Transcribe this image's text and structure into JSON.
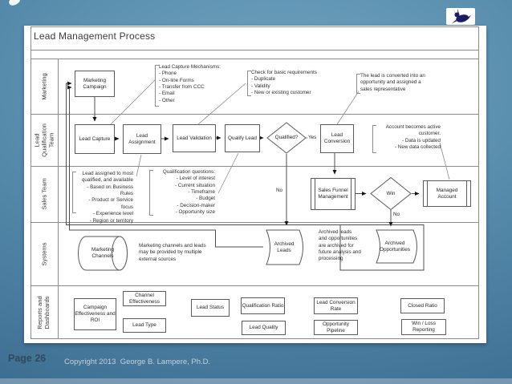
{
  "title": "Lead Management Process",
  "page": {
    "label": "Page 26",
    "copyright": "Copyright 2013  George B. Lampere, Ph.D."
  },
  "lanes": [
    {
      "label": "Marketing"
    },
    {
      "label": "Lead\nQualification\nTeam"
    },
    {
      "label": "Sales Team"
    },
    {
      "label": "Systems"
    },
    {
      "label": "Reports and\nDashboards"
    }
  ],
  "flow": {
    "marketing_campaign": "Marketing\nCampaign",
    "lead_capture": "Lead Capture",
    "lead_assignment": "Lead\nAssignment",
    "lead_validation": "Lead Validation",
    "qualify_lead": "Qualify Lead",
    "qualified_decision": "Qualified?",
    "yes_label": "Yes",
    "no_label_qualified": "No",
    "lead_conversion": "Lead\nConversion",
    "sales_funnel_management": "Sales Funnel\nManagement",
    "win_decision": "Win",
    "no_label_win": "No",
    "managed_account": "Managed\nAccount",
    "marketing_channels": "Marketing\nChannels",
    "archived_leads": "Archived\nLeads",
    "archived_opportunities": "Archived\nOpportunities"
  },
  "notes": {
    "capture_mechanisms": "Lead Capture Mechanisms:\n- Phone\n- On-line Forms\n- Transfer from CCC\n- Email\n- Other",
    "basic_requirements": "Check for basic requirements\n- Duplicate\n- Validity\n- New or existing customer",
    "lead_converted": "The lead is converted into an\nopportunity and assigned a\nsales representative",
    "account_active": "Account becomes active\ncustomer.\n- Data is updated\n- New data collected",
    "lead_assigned": "Lead assigned to most\nqualified, and available\n- Based on Business Rules\n- Product or Service focus\n- Experience level\n- Region or territory",
    "qualification_questions": "Qualification questions:\n- Level of interest\n- Current situation\n- Timeframe\n- Budget\n- Decision-maker\n- Opportunity size",
    "marketing_channels_note": "Marketing channels and leads\nmay be provided by multiple\nexternal sources",
    "archived_note": "Archived leads\nand opportunities\nare archived for\nfuture analysis and\nprocessing"
  },
  "reports": [
    {
      "label": "Campaign\nEffectiveness and\nROI"
    },
    {
      "label": "Channel\nEffectiveness"
    },
    {
      "label": "Lead Type"
    },
    {
      "label": "Lead Status"
    },
    {
      "label": "Qualification Ratio"
    },
    {
      "label": "Lead Quality"
    },
    {
      "label": "Lead Conversion\nRate"
    },
    {
      "label": "Opportunity\nPipeline"
    },
    {
      "label": "Closed Ratio"
    },
    {
      "label": "Win / Loss\nReporting"
    }
  ],
  "colors": {
    "background_teal": "#4f84a3",
    "line_gray": "#8c8c8c",
    "box_border": "#5a5a5a",
    "logo_navy": "#1b1b66"
  }
}
